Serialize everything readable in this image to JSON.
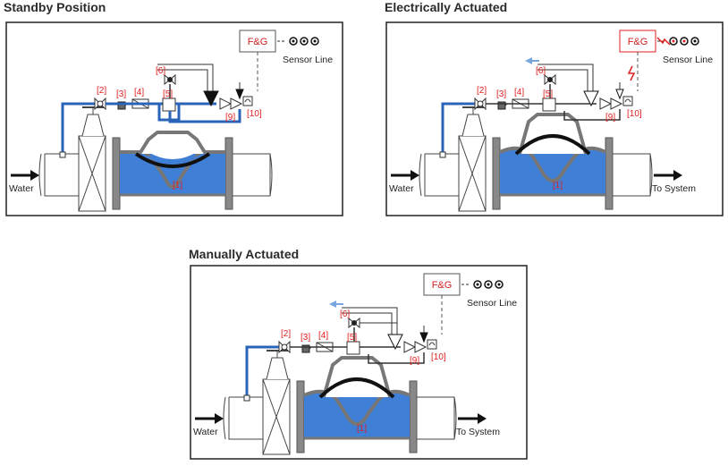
{
  "colors": {
    "water": "#3f7fd6",
    "pipe_blue": "#2a64b8",
    "red": "#e02020",
    "gray": "#777777",
    "arrow_blue": "#7aa6df"
  },
  "panels": [
    {
      "title": "Standby Position",
      "fg": "F&G",
      "sensor_line": "Sensor Line",
      "water": "Water",
      "to_system": "",
      "tags": [
        "[1]",
        "[2]",
        "[3]",
        "[4]",
        "[5]",
        "[6]",
        "[9]",
        "[10]"
      ]
    },
    {
      "title": "Electrically Actuated",
      "fg": "F&G",
      "sensor_line": "Sensor Line",
      "water": "Water",
      "to_system": "To System",
      "tags": [
        "[1]",
        "[2]",
        "[3]",
        "[4]",
        "[5]",
        "[6]",
        "[9]",
        "[10]"
      ]
    },
    {
      "title": "Manually Actuated",
      "fg": "F&G",
      "sensor_line": "Sensor Line",
      "water": "Water",
      "to_system": "To System",
      "tags": [
        "[1]",
        "[2]",
        "[3]",
        "[4]",
        "[5]",
        "[6]",
        "[9]",
        "[10]"
      ]
    }
  ]
}
